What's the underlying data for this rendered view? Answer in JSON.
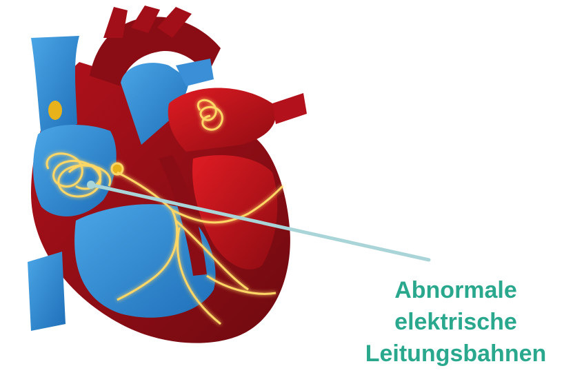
{
  "callout": {
    "lines": [
      "Abnormale",
      "elektrische",
      "Leitungsbahnen"
    ],
    "color": "#29a88e",
    "pointer_color": "#a9d4d8"
  },
  "colors": {
    "muscle_dark": "#8a0c14",
    "muscle": "#b3111b",
    "muscle_bright": "#d8161f",
    "blood_blue": "#2d82cf",
    "blood_blue_light": "#4aa6e6",
    "node_gold": "#e7b21a",
    "conduction_glow": "#ffd766",
    "conduction_core": "#fff6d2"
  }
}
